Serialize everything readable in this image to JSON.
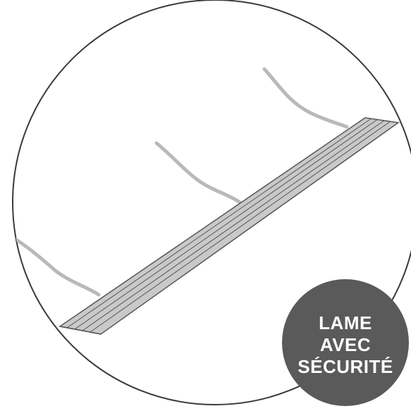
{
  "badge": {
    "lines": [
      "LAME",
      "AVEC",
      "SÉCURITÉ"
    ],
    "color": "#5a5a5a",
    "text_color": "#ffffff"
  },
  "colors": {
    "circle_outline": "#3a3a3a",
    "blade_fill": "#c9c9c9",
    "blade_lines": "#555555",
    "stroke_marks": "#b9b9b9"
  }
}
